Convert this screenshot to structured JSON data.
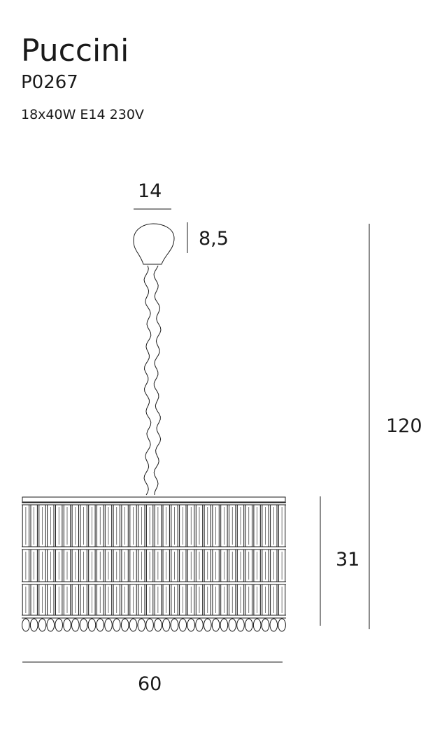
{
  "product": {
    "name": "Puccini",
    "code": "P0267",
    "spec": "18x40W E14 230V"
  },
  "dimensions": {
    "canopy_diameter": "14",
    "canopy_height": "8,5",
    "total_height": "120",
    "shade_height": "31",
    "shade_diameter": "60"
  },
  "colors": {
    "line": "#1a1a1a",
    "background": "#ffffff"
  }
}
